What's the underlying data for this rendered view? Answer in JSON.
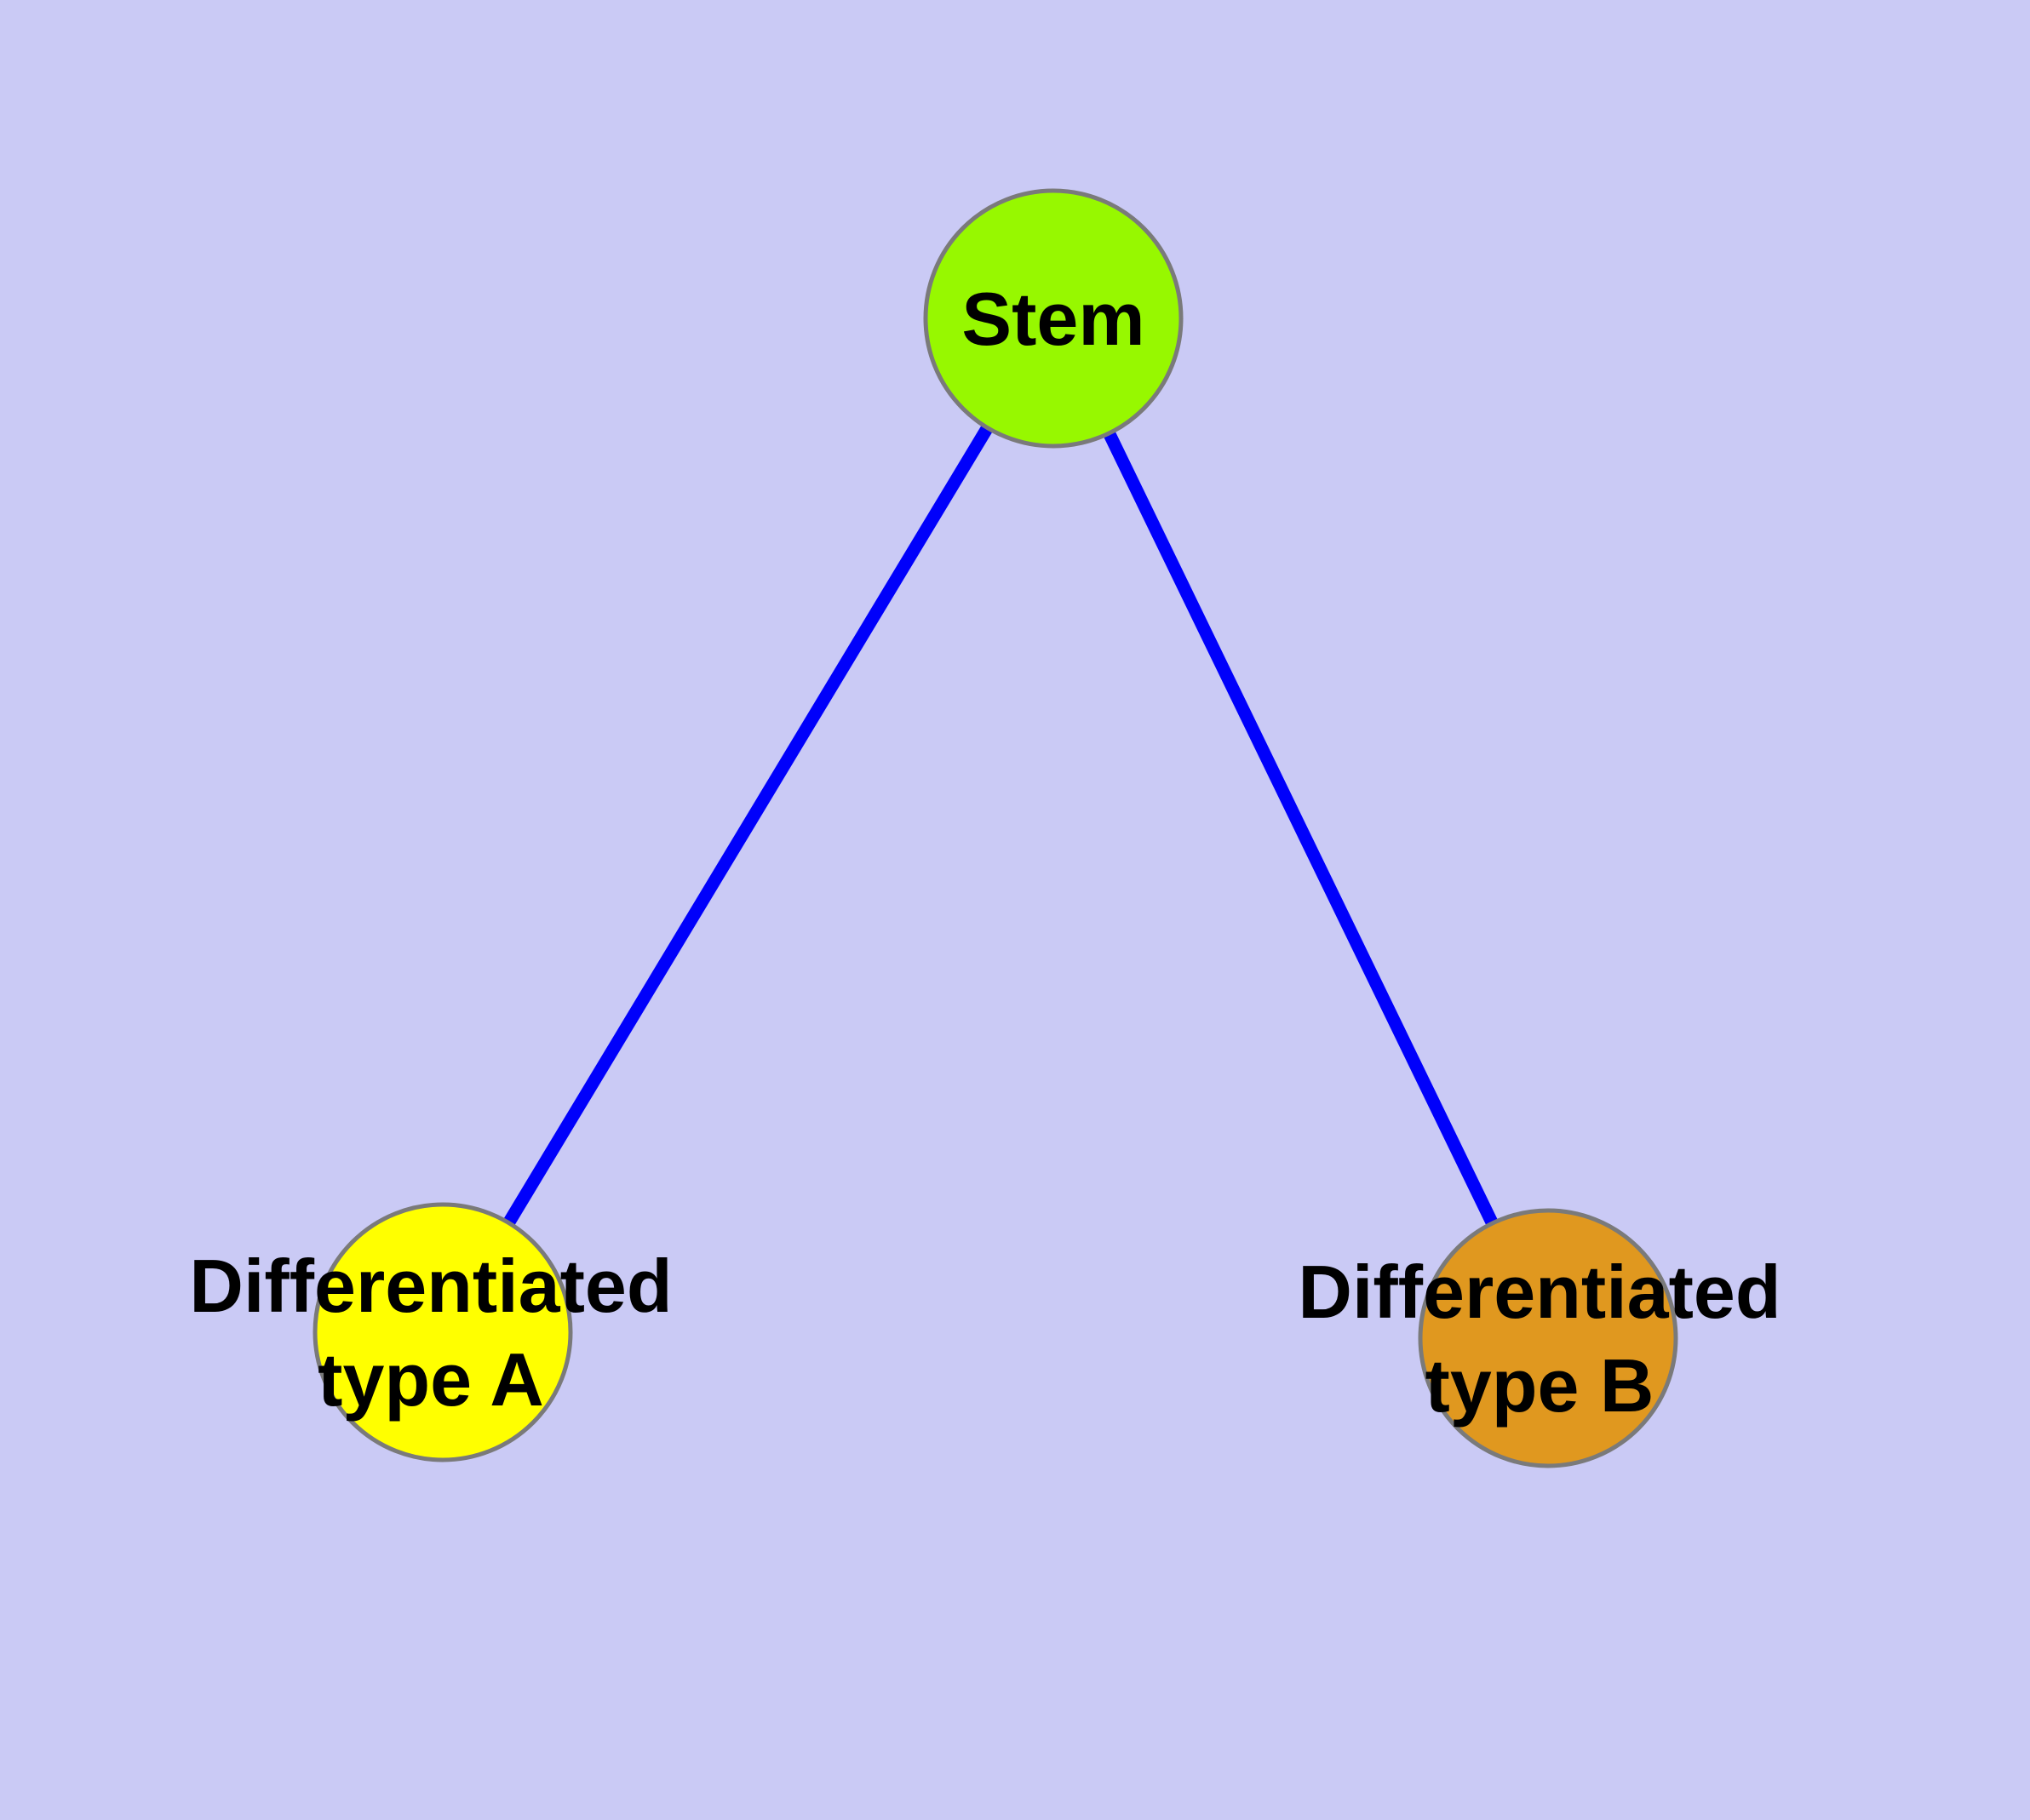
{
  "canvas": {
    "background_color": "#CACAF5"
  },
  "graph": {
    "type": "node-link-tree",
    "edge_color": "#0000FB",
    "node_border_color": "#7A7A7A",
    "label_color": "#000000",
    "nodes": {
      "stem": {
        "label": "Stem",
        "fill_color": "#97F800"
      },
      "type_a": {
        "label_line1": "Differentiated",
        "label_line2": "type A",
        "fill_color": "#FFFF00"
      },
      "type_b": {
        "label_line1": "Differentiated",
        "label_line2": "type B",
        "fill_color": "#E0981F"
      }
    },
    "edges": [
      {
        "from": "Stem",
        "to": "Differentiated type A"
      },
      {
        "from": "Stem",
        "to": "Differentiated type B"
      }
    ]
  }
}
